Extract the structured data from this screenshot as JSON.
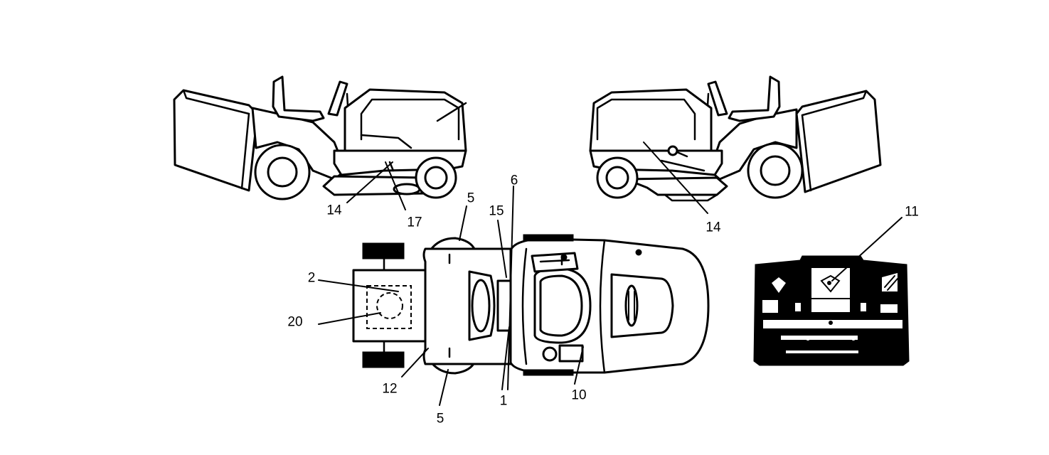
{
  "callouts": {
    "c14a": "14",
    "c17": "17",
    "c14b": "14",
    "c5a": "5",
    "c6": "6",
    "c15": "15",
    "c2": "2",
    "c20": "20",
    "c12": "12",
    "c5b": "5",
    "c1": "1",
    "c10": "10",
    "c11": "11"
  },
  "colors": {
    "ink": "#000000",
    "paper": "#ffffff"
  }
}
